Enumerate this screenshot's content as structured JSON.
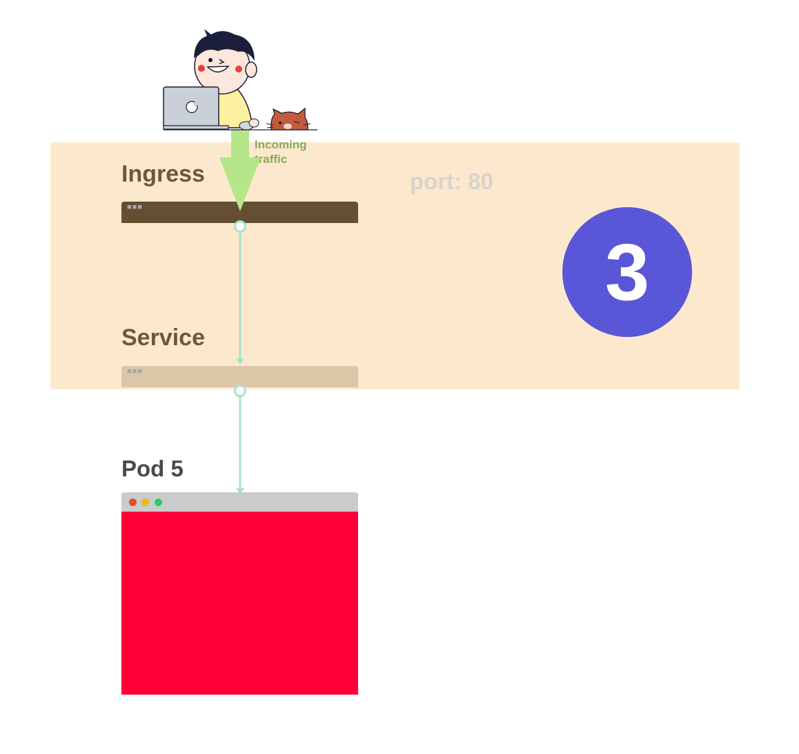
{
  "labels": {
    "ingress": "Ingress",
    "service": "Service",
    "pod": "Pod 5",
    "port": "port: 80",
    "incoming": "Incoming traffic"
  },
  "badge": {
    "number": "3"
  },
  "bar_dots": "■■■",
  "colors": {
    "cluster_background": "#fce9cd",
    "ingress_bar": "#644f33",
    "service_bar": "#dbc7a8",
    "pod_content": "#ff0038",
    "badge": "#5a56d8",
    "traffic_arrow": "#b5e68a",
    "connector": "#a6e3c6",
    "window_dots": [
      "#e04b3a",
      "#e8bc1d",
      "#2ecc71"
    ]
  },
  "icons": {
    "user": "developer-at-laptop-icon",
    "pet": "cat-icon"
  }
}
